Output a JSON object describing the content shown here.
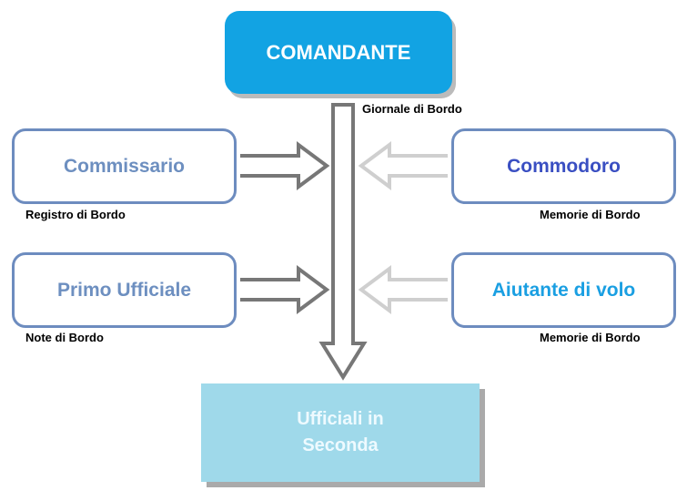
{
  "commander": {
    "label": "COMANDANTE",
    "color": "#12a3e3"
  },
  "commander_output": "Giornale di Bordo",
  "roles": [
    {
      "label": "Commissario",
      "note": "Registro di Bordo",
      "color": "#6d8fc0"
    },
    {
      "label": "Commodoro",
      "note": "Memorie di Bordo",
      "color": "#3a4fc2"
    },
    {
      "label": "Primo Ufficiale",
      "note": "Note di Bordo",
      "color": "#6d8fc0"
    },
    {
      "label": "Aiutante di volo",
      "note": "Memorie di Bordo",
      "color": "#1a9fe2"
    }
  ],
  "target": {
    "label_line1": "Ufficiali in",
    "label_line2": "Seconda",
    "color": "#9fd9ea"
  }
}
